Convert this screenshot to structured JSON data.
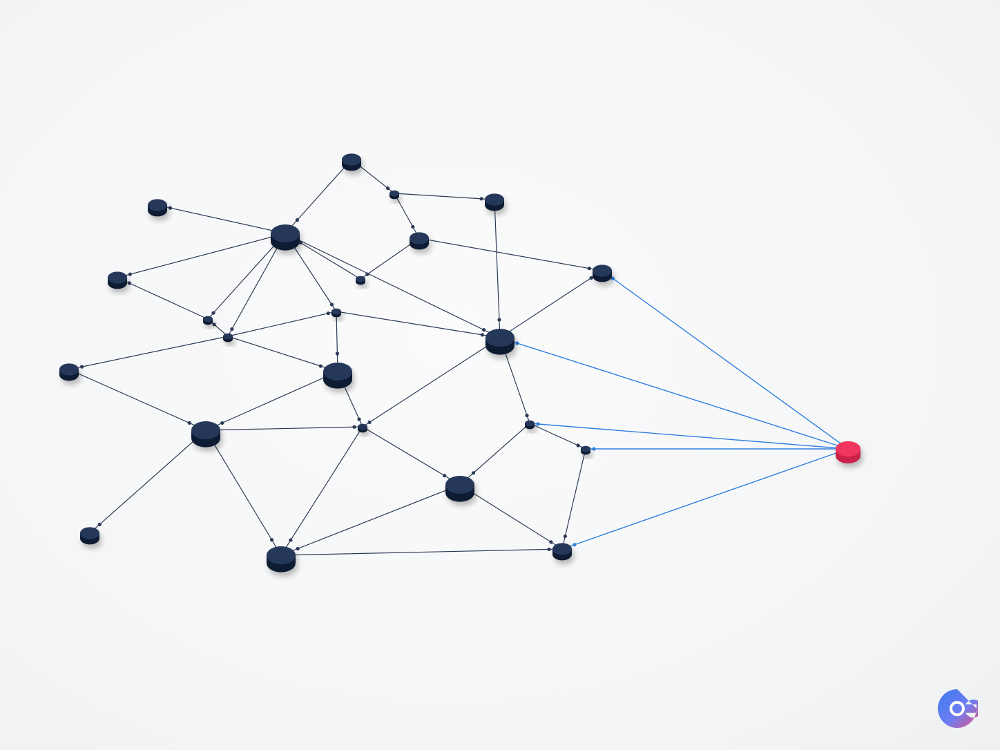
{
  "colors": {
    "background": "#f5f6f7",
    "node": "#1c2b45",
    "node_side": "#111c30",
    "node_top": "#26385a",
    "edge": "#2a3a55",
    "target_node": "#f0345f",
    "target_side": "#c9224a",
    "highlight_edge": "#2f7fe0"
  },
  "graph": {
    "target_node": "t",
    "nodes": [
      {
        "id": "a",
        "kind": "node"
      },
      {
        "id": "b",
        "kind": "node"
      },
      {
        "id": "c",
        "kind": "junction"
      },
      {
        "id": "d",
        "kind": "node"
      },
      {
        "id": "e",
        "kind": "hub"
      },
      {
        "id": "f",
        "kind": "node"
      },
      {
        "id": "g",
        "kind": "node"
      },
      {
        "id": "h",
        "kind": "node"
      },
      {
        "id": "i",
        "kind": "junction"
      },
      {
        "id": "j",
        "kind": "junction"
      },
      {
        "id": "k",
        "kind": "hub"
      },
      {
        "id": "l",
        "kind": "node"
      },
      {
        "id": "m",
        "kind": "node"
      },
      {
        "id": "n",
        "kind": "hub"
      },
      {
        "id": "o",
        "kind": "junction"
      },
      {
        "id": "p",
        "kind": "junction"
      },
      {
        "id": "q",
        "kind": "junction"
      },
      {
        "id": "r",
        "kind": "node"
      },
      {
        "id": "s",
        "kind": "node"
      },
      {
        "id": "u",
        "kind": "hub"
      },
      {
        "id": "v",
        "kind": "node"
      },
      {
        "id": "t",
        "kind": "target"
      }
    ],
    "edges": [
      [
        "a",
        "e"
      ],
      [
        "a",
        "c"
      ],
      [
        "c",
        "d"
      ],
      [
        "c",
        "f"
      ],
      [
        "b",
        "e"
      ],
      [
        "g",
        "e"
      ],
      [
        "e",
        "i"
      ],
      [
        "e",
        "j"
      ],
      [
        "e",
        "k"
      ],
      [
        "f",
        "k"
      ],
      [
        "d",
        "k"
      ],
      [
        "f",
        "h"
      ],
      [
        "j",
        "k"
      ],
      [
        "j",
        "l"
      ],
      [
        "j",
        "g"
      ],
      [
        "i",
        "l"
      ],
      [
        "i",
        "m"
      ],
      [
        "m",
        "n"
      ],
      [
        "l",
        "n"
      ],
      [
        "n",
        "o"
      ],
      [
        "n",
        "r"
      ],
      [
        "n",
        "u"
      ],
      [
        "l",
        "o"
      ],
      [
        "o",
        "k"
      ],
      [
        "o",
        "s"
      ],
      [
        "o",
        "u"
      ],
      [
        "k",
        "p"
      ],
      [
        "p",
        "s"
      ],
      [
        "q",
        "v"
      ],
      [
        "s",
        "v"
      ],
      [
        "u",
        "s"
      ],
      [
        "u",
        "v"
      ],
      [
        "e",
        "j2"
      ]
    ],
    "highlighted_edges": [
      [
        "t",
        "h"
      ],
      [
        "t",
        "k"
      ],
      [
        "t",
        "p"
      ],
      [
        "t",
        "q"
      ],
      [
        "t",
        "v"
      ]
    ]
  }
}
